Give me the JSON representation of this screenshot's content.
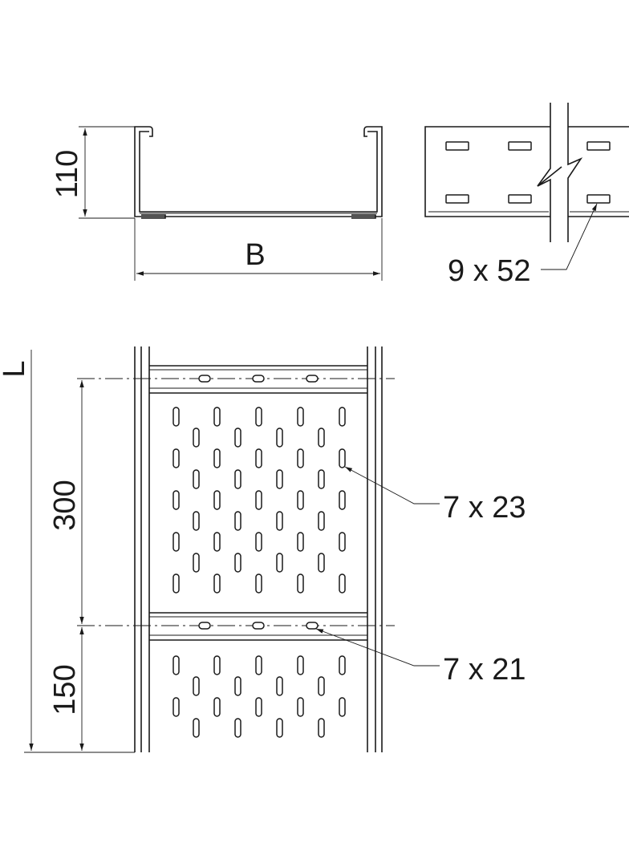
{
  "labels": {
    "height_dim": "110",
    "width_dim": "B",
    "connector_slot": "9 x 52",
    "length_dim": "L",
    "pitch_300": "300",
    "pitch_150": "150",
    "perforation_slot": "7 x 23",
    "bolt_slot": "7 x 21"
  },
  "colors": {
    "line": "#1a1a1a",
    "background": "#ffffff"
  }
}
